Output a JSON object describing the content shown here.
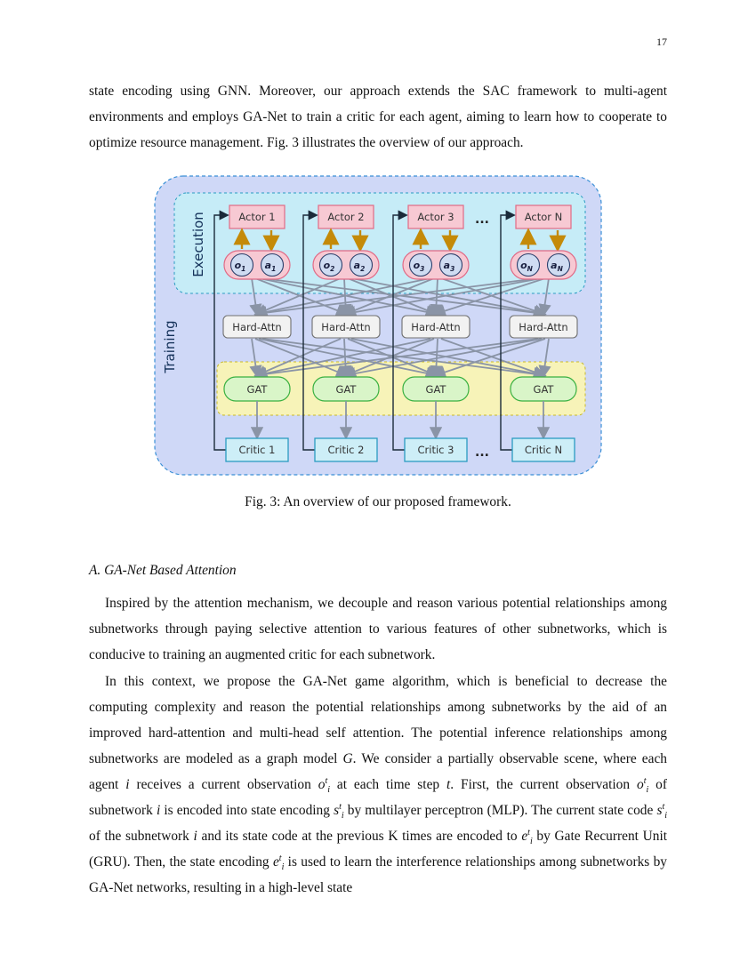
{
  "page_number": "17",
  "intro_paragraph": "state encoding using GNN. Moreover, our approach extends the SAC framework to multi-agent environments and employs GA-Net to train a critic for each agent, aiming to learn how to cooperate to optimize resource management. Fig. 3 illustrates the overview of our approach.",
  "figure": {
    "execution_label": "Execution",
    "training_label": "Training",
    "actors": [
      "Actor 1",
      "Actor 2",
      "Actor 3",
      "Actor N"
    ],
    "observations": [
      [
        "o1",
        "a1"
      ],
      [
        "o2",
        "a2"
      ],
      [
        "o3",
        "a3"
      ],
      [
        "oN",
        "aN"
      ]
    ],
    "hard_attn": [
      "Hard-Attn",
      "Hard-Attn",
      "Hard-Attn",
      "Hard-Attn"
    ],
    "gat": [
      "GAT",
      "GAT",
      "GAT",
      "GAT"
    ],
    "critics": [
      "Critic 1",
      "Critic 2",
      "Critic 3",
      "Critic N"
    ],
    "ellipsis": "...",
    "colors": {
      "outer_bg": "#cfd8f7",
      "outer_border": "#3a8fd6",
      "exec_bg": "#c6ecf7",
      "actor_fill": "#f7c9d3",
      "actor_border": "#e06a86",
      "obs_fill": "#cfdcf2",
      "hard_attn_fill": "#f2f2f2",
      "gat_fill": "#d9f5c8",
      "gat_border": "#38b040",
      "gat_band": "#f7f3b8",
      "critic_fill": "#cdeef7",
      "critic_border": "#2a9cc2",
      "arrow_gold": "#c48a08",
      "arrow_grey": "#8a94a6"
    }
  },
  "caption": "Fig. 3: An overview of our proposed framework.",
  "section_heading": "A.  GA-Net Based Attention",
  "paragraph_1": "Inspired by the attention mechanism, we decouple and reason various potential relationships among subnetworks through paying selective attention to various features of other subnetworks, which is conducive to training an augmented critic for each subnetwork.",
  "paragraph_2": {
    "s1": "In this context, we propose the GA-Net game algorithm, which is beneficial to decrease the computing complexity and reason the potential relationships among subnetworks by the aid of an improved hard-attention and multi-head self attention. The potential inference relationships among subnetworks are modeled as a graph model ",
    "G": "G",
    "s2": ". We consider a partially observable scene, where each agent ",
    "i1": "i",
    "s3": " receives a current observation ",
    "obs_base": "o",
    "obs_sup": "t",
    "obs_sub": "i",
    "s4": " at each time step ",
    "t": "t",
    "s5": ". First, the current observation ",
    "s6": " of subnetwork ",
    "i2": "i",
    "s7": " is encoded into state encoding ",
    "enc_base": "s",
    "s8": " by multilayer perceptron (MLP). The current state code ",
    "s9": " of the subnetwork ",
    "i3": "i",
    "s10": " and its state code at the previous K times are encoded to ",
    "e_base": "e",
    "s11": " by Gate Recurrent Unit (GRU). Then, the state encoding ",
    "s12": " is used to learn the interference relationships among subnetworks by GA-Net networks, resulting in a high-level state"
  }
}
